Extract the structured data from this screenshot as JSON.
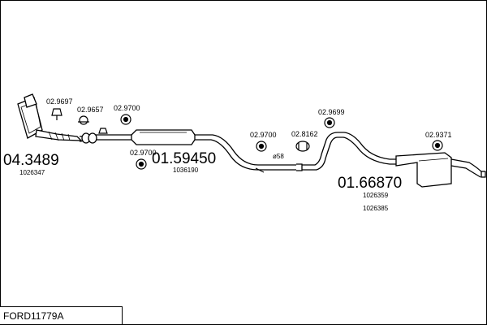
{
  "title": "FORD11779A",
  "assemblies": [
    {
      "code": "04.3489",
      "oe": "1026347"
    },
    {
      "code": "01.59450",
      "oe": "1036190"
    },
    {
      "code": "01.66870",
      "oe": [
        "1026359",
        "1026385"
      ]
    }
  ],
  "parts": [
    "02.9697",
    "02.9657",
    "02.9700",
    "02.9700",
    "02.9700",
    "02.8162",
    "02.9699",
    "02.9371"
  ],
  "pipe_diameter": "ø58",
  "colors": {
    "line": "#000000",
    "background": "#ffffff"
  }
}
